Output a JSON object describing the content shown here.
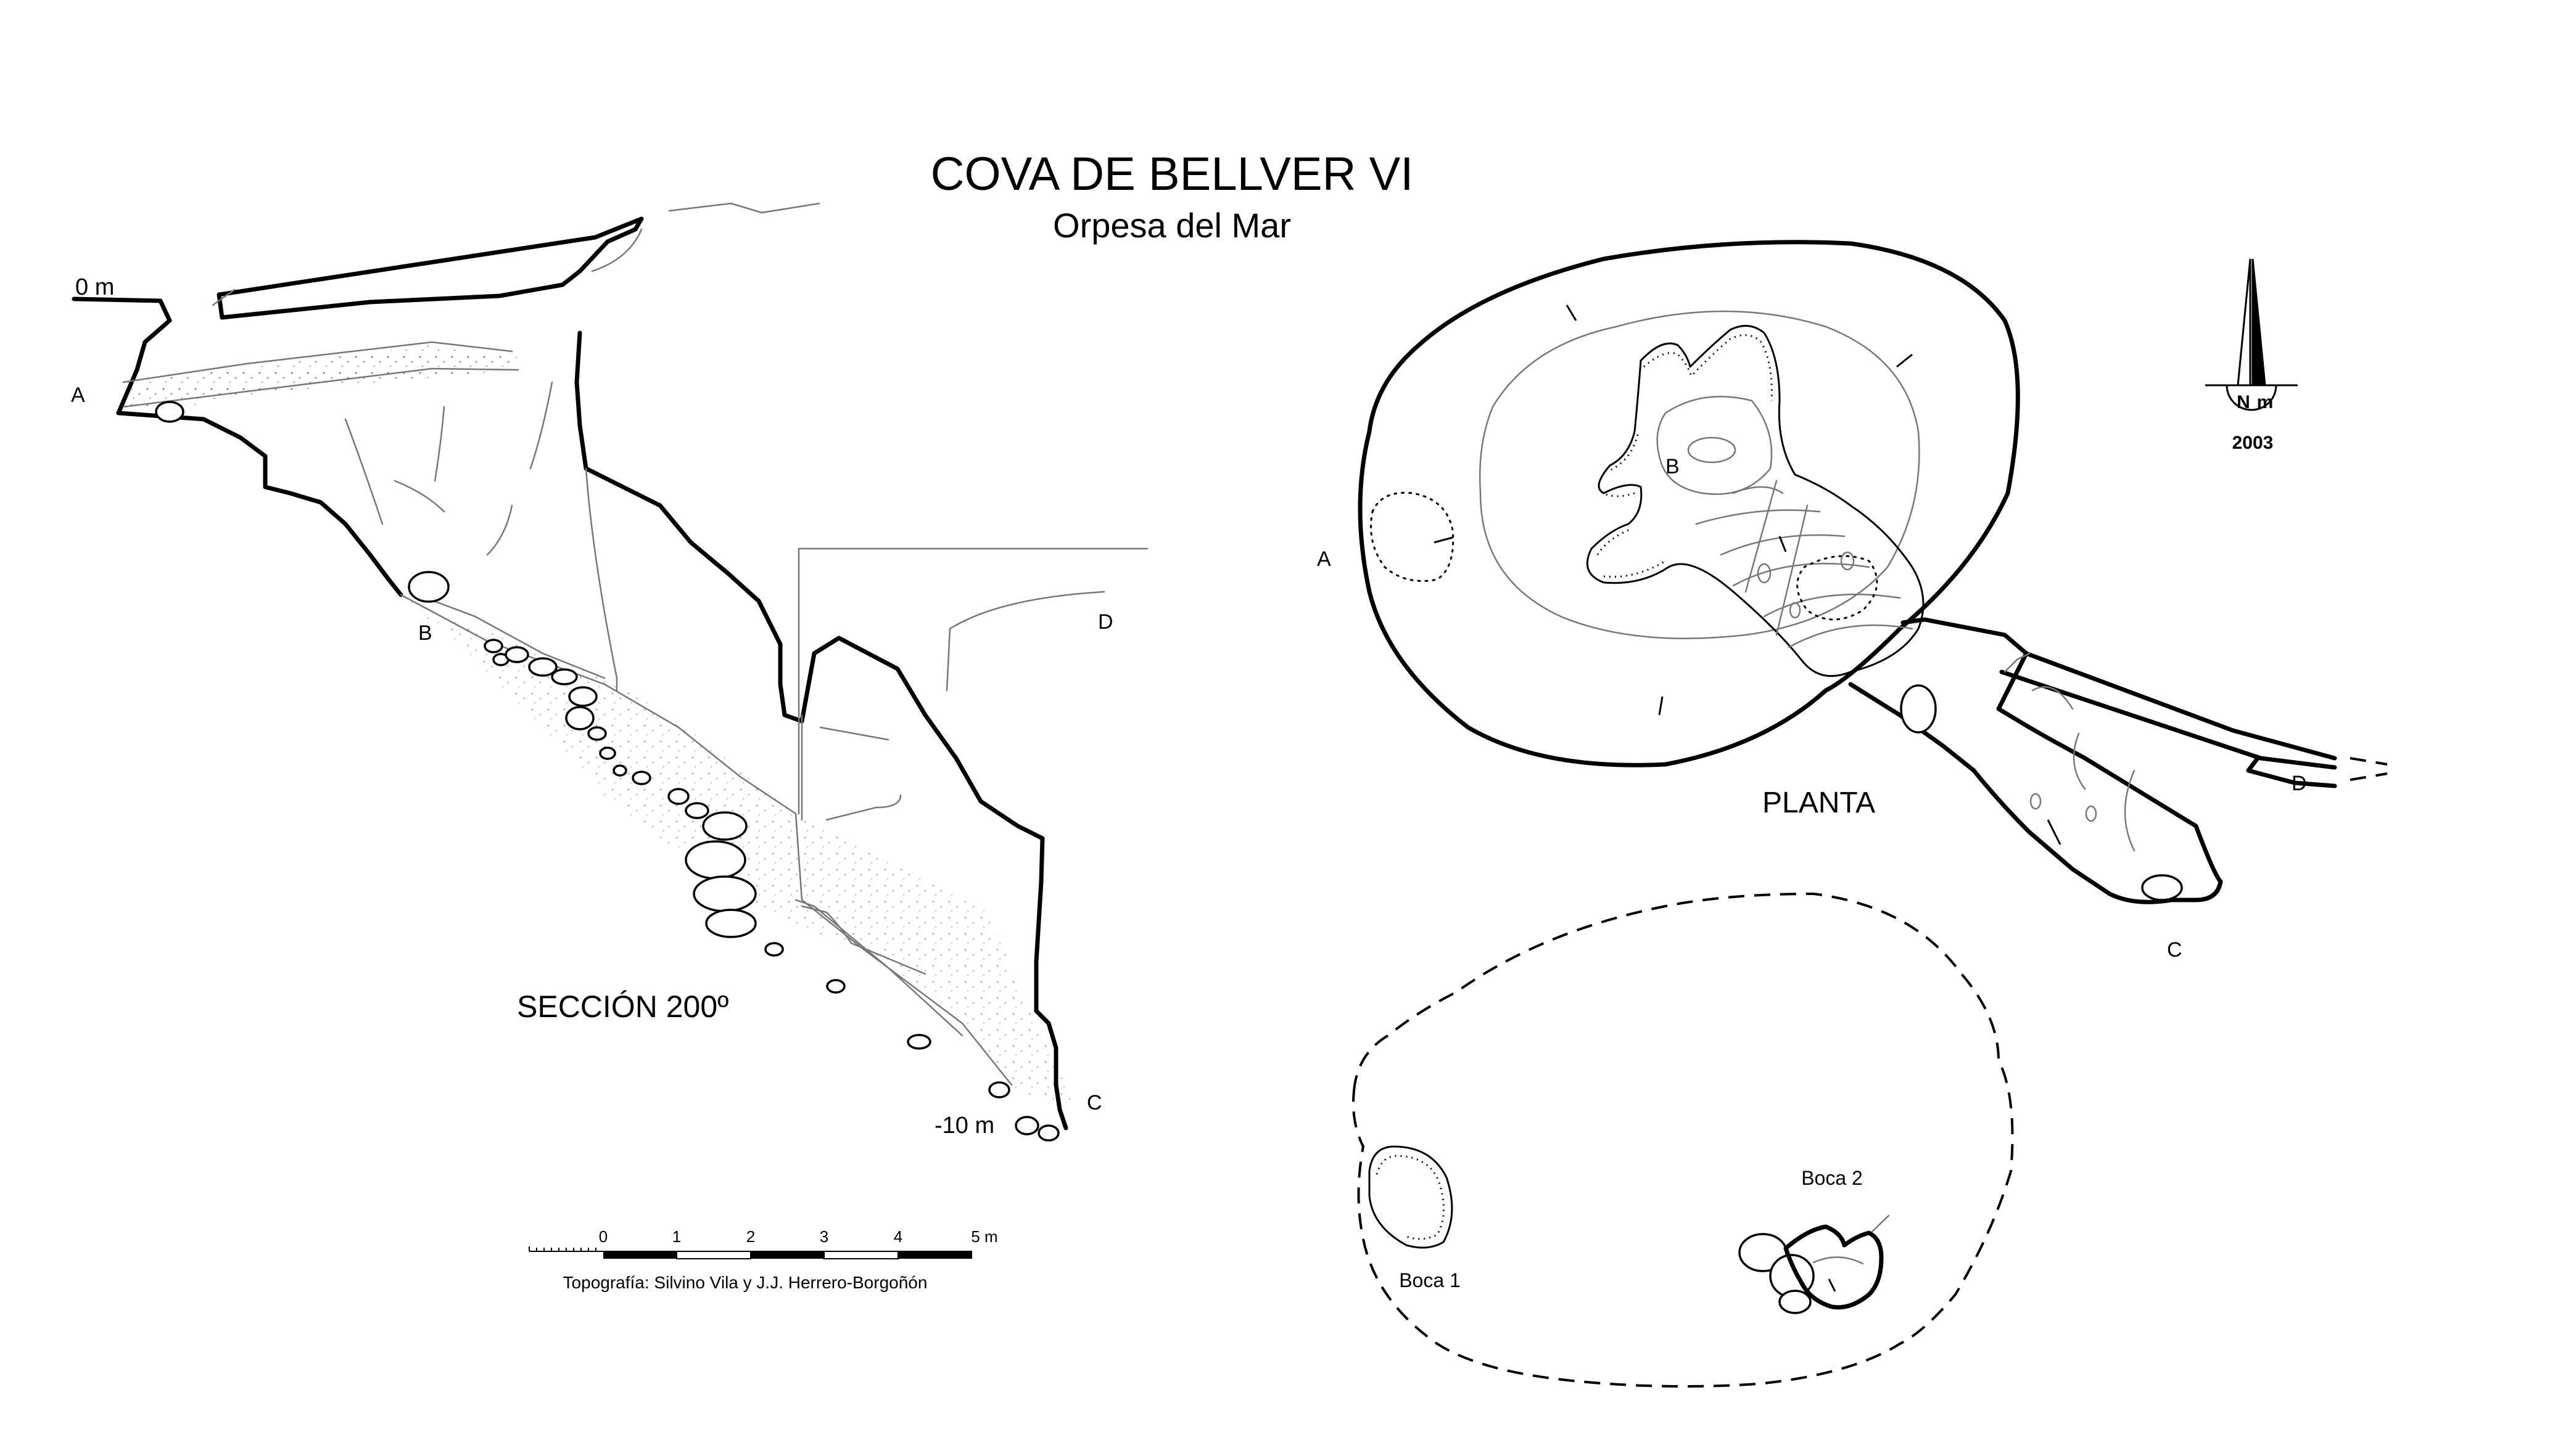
{
  "title": "COVA DE BELLVER VI",
  "subtitle": "Orpesa del Mar",
  "section": {
    "label": "SECCIÓN 200º",
    "depth_top": "0 m",
    "depth_bottom": "-10 m",
    "points": {
      "a": "A",
      "b": "B",
      "c": "C",
      "d": "D"
    }
  },
  "plan": {
    "label": "PLANTA",
    "points": {
      "a": "A",
      "b": "B",
      "c": "C",
      "d": "D"
    }
  },
  "entrances": {
    "boca1": "Boca 1",
    "boca2": "Boca 2"
  },
  "north_arrow": {
    "n": "N",
    "m": "m",
    "year": "2003",
    "icon": "north-arrow-icon"
  },
  "scale_bar": {
    "ticks": [
      "0",
      "1",
      "2",
      "3",
      "4",
      "5 m"
    ]
  },
  "credits": "Topografía: Silvino Vila y J.J. Herrero-Borgoñón"
}
